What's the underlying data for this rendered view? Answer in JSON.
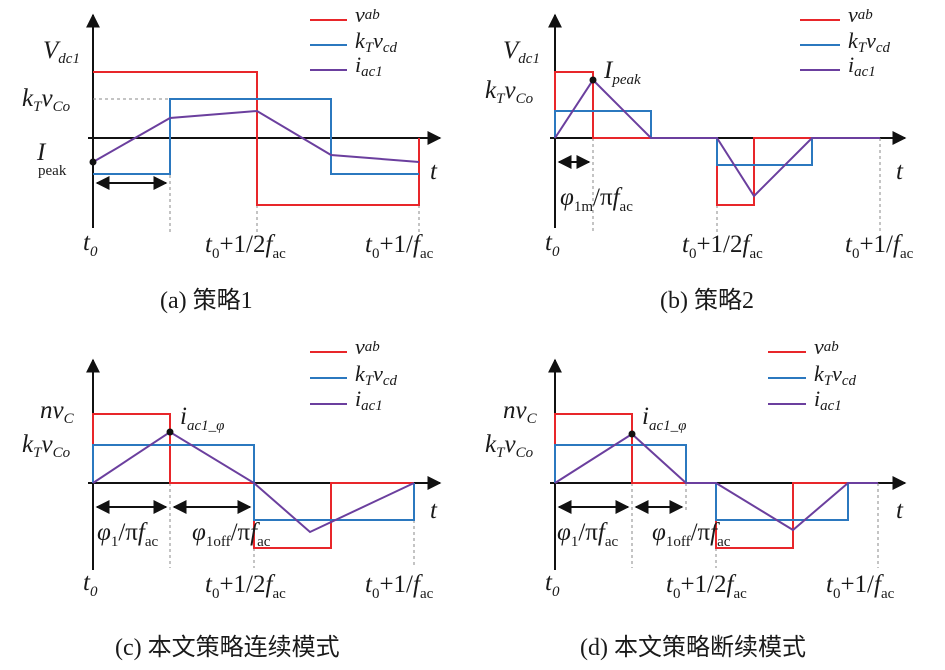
{
  "colors": {
    "v_ab": "#e8262a",
    "kt_vcd": "#2b78bf",
    "i_ac1": "#6b3f9e",
    "axis": "#111111"
  },
  "legend": {
    "v_ab": {
      "main": "v",
      "sub": "ab"
    },
    "kt_vcd": {
      "k": "k",
      "ksub": "T",
      "v": "v",
      "vsub": "cd"
    },
    "i_ac1": {
      "main": "i",
      "sub": "ac1"
    }
  },
  "common": {
    "axis_t": "t",
    "t0": {
      "main": "t",
      "sub": "0"
    },
    "t_half": {
      "main": "t",
      "sub": "0",
      "mid": "+1/2",
      "f": "f",
      "fsub": "ac"
    },
    "t_full": {
      "main": "t",
      "sub": "0",
      "mid": "+1/",
      "f": "f",
      "fsub": "ac"
    },
    "kt_vco": {
      "k": "k",
      "ksub": "T",
      "v": "v",
      "vsub": "Co"
    },
    "vdc1": {
      "main": "V",
      "sub": "dc1"
    },
    "nvc": {
      "main": "nv",
      "sub": "C"
    },
    "i_peak": {
      "main": "I",
      "sub": "peak"
    },
    "i_ac1_phi": {
      "main": "i",
      "sub": "ac1_",
      "phi": "φ"
    }
  },
  "panels": {
    "a": {
      "caption": "(a) 策略1"
    },
    "b": {
      "caption": "(b) 策略2",
      "phase": {
        "phi": "φ",
        "sub": "1m",
        "rest": "/π",
        "f": "f",
        "fsub": "ac"
      }
    },
    "c": {
      "caption": "(c) 本文策略连续模式",
      "phase1": {
        "phi": "φ",
        "sub": "1",
        "rest": "/π",
        "f": "f",
        "fsub": "ac"
      },
      "phase2": {
        "phi": "φ",
        "sub": "1off",
        "rest": "/π",
        "f": "f",
        "fsub": "ac"
      }
    },
    "d": {
      "caption": "(d) 本文策略断续模式",
      "phase1": {
        "phi": "φ",
        "sub": "1",
        "rest": "/π",
        "f": "f",
        "fsub": "ac"
      },
      "phase2": {
        "phi": "φ",
        "sub": "1off",
        "rest": "/π",
        "f": "f",
        "fsub": "ac"
      }
    }
  }
}
